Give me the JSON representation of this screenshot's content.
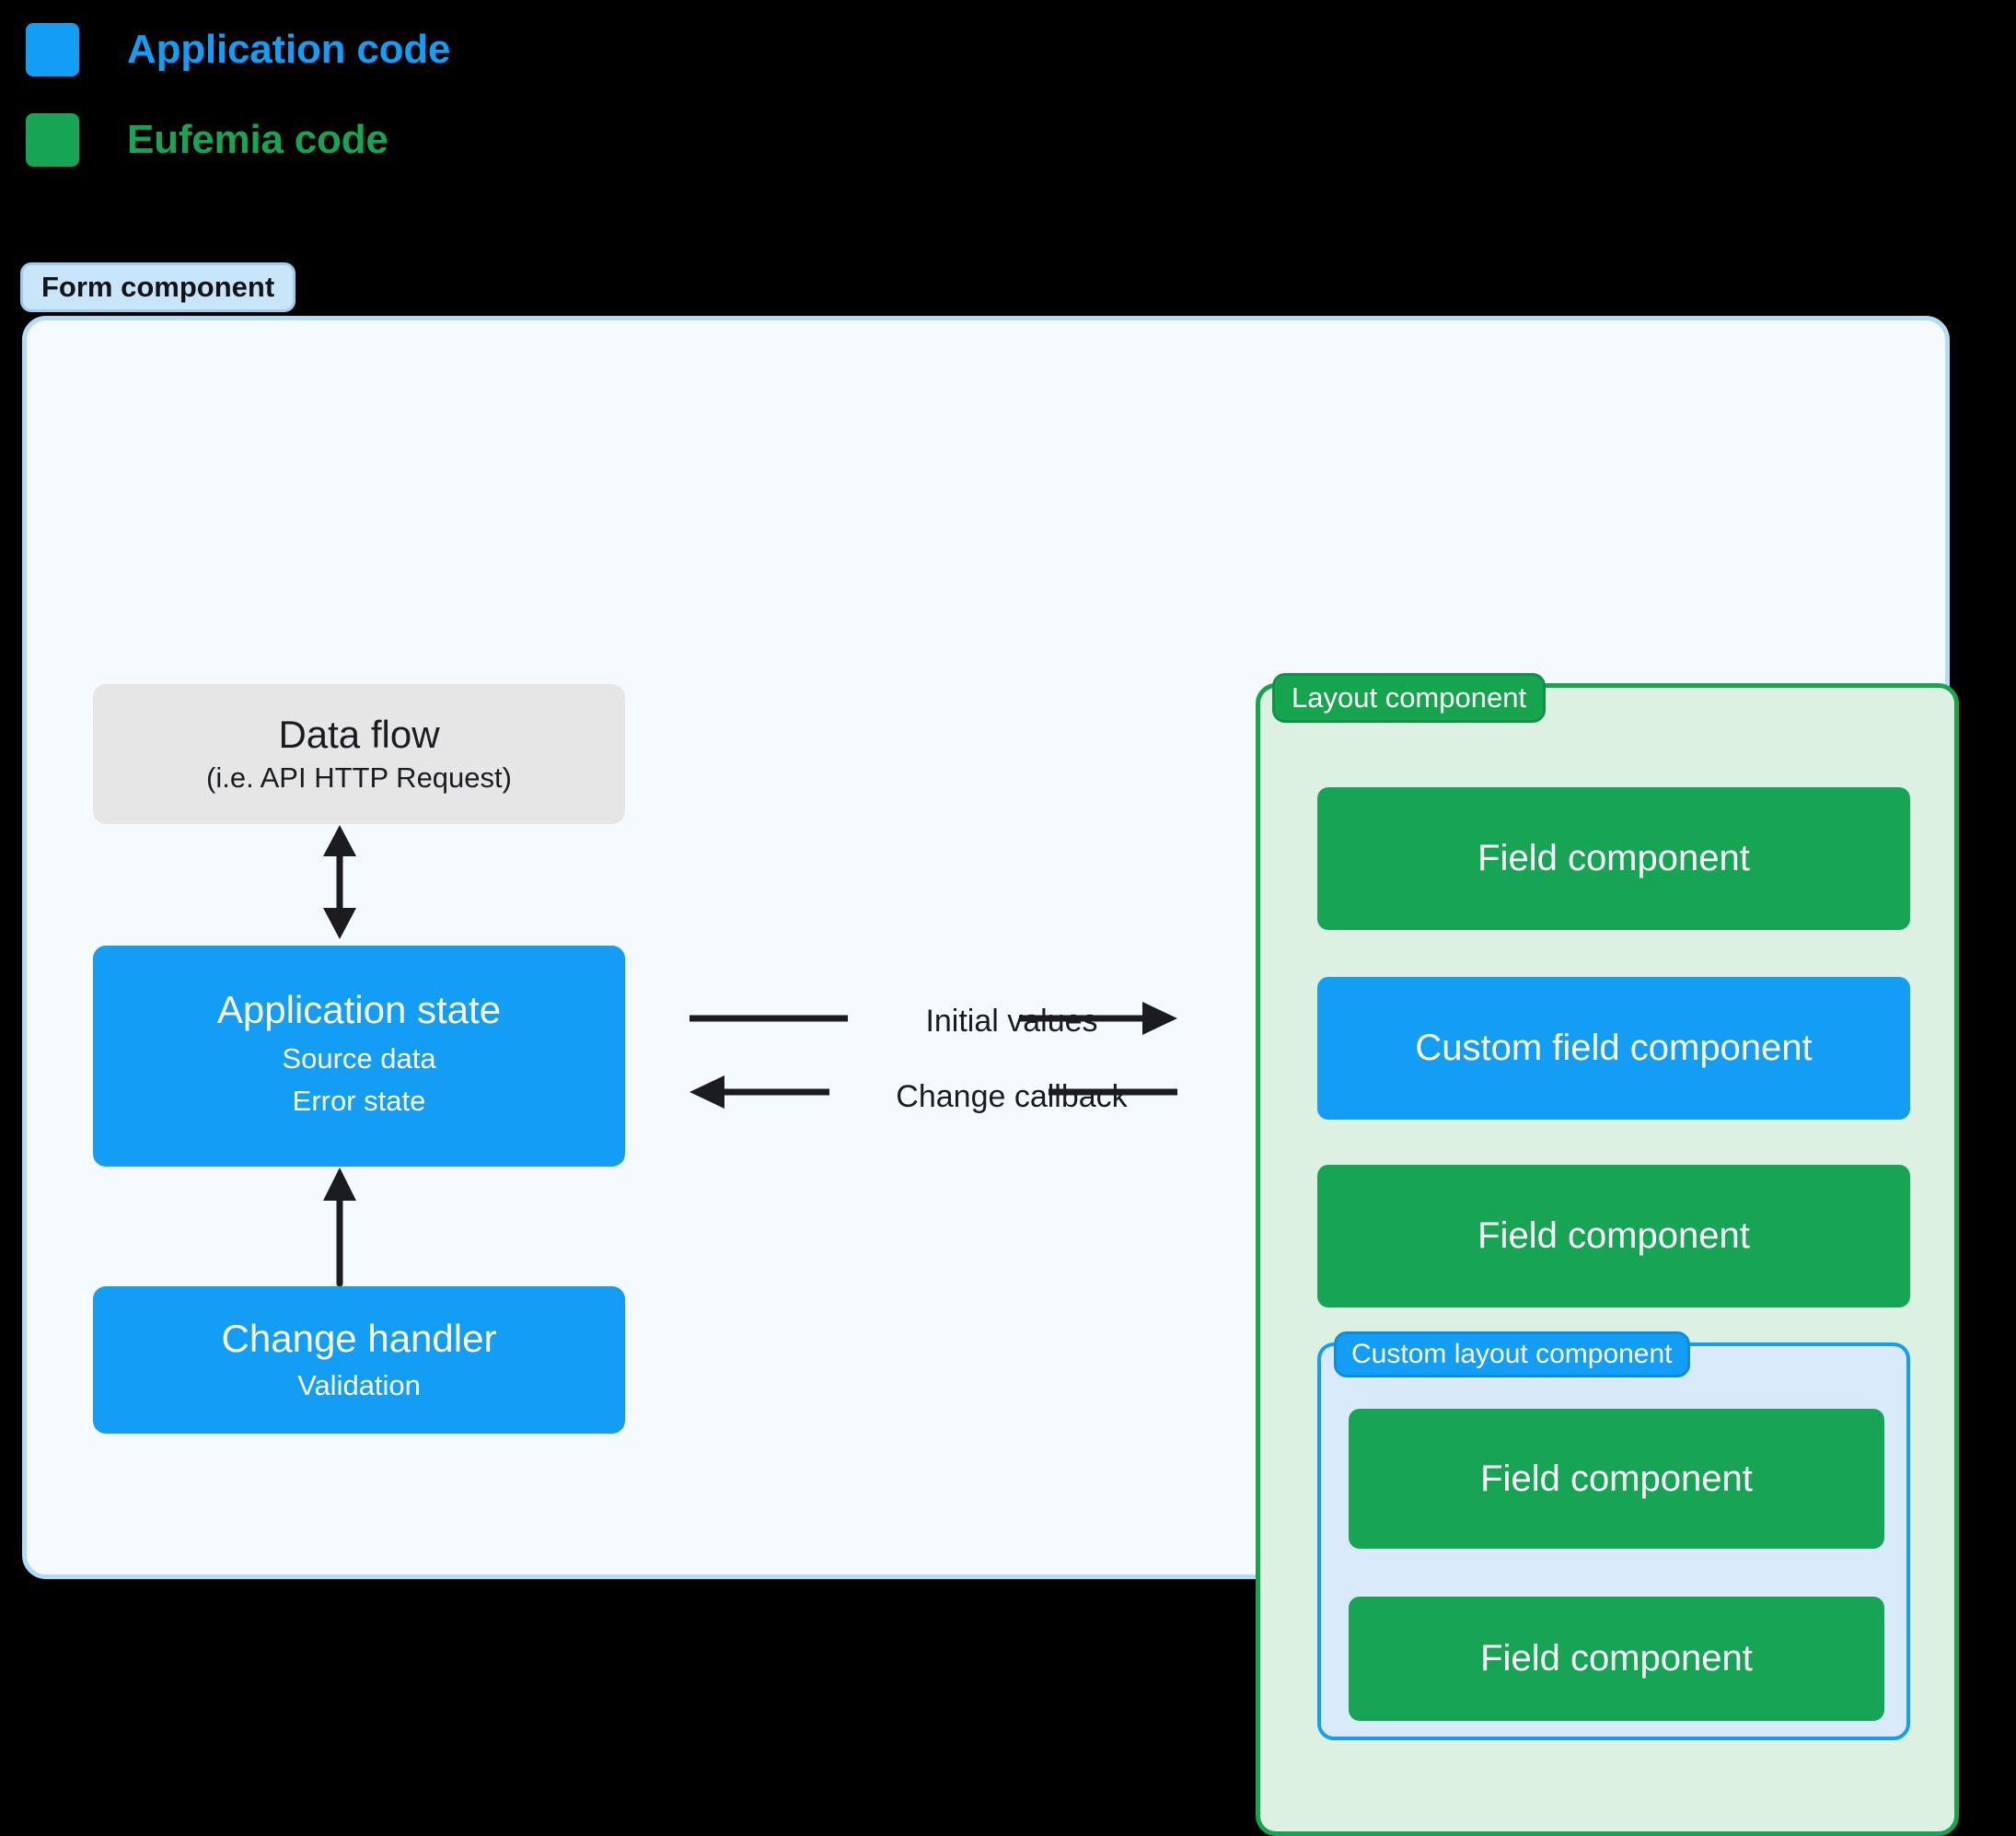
{
  "legend": {
    "items": [
      {
        "label": "Application code",
        "color": "#139DF5",
        "icon": "color-swatch"
      },
      {
        "label": "Eufemia code",
        "color": "#17A455",
        "icon": "color-swatch"
      }
    ]
  },
  "form_component": {
    "badge": "Form component",
    "background": "#F4FAFE",
    "border_color": "#B4DCF7",
    "boxes": [
      {
        "name": "data-flow",
        "title": "Data flow",
        "subtitle": "(i.e. API HTTP Request)",
        "background": "#E6E6E6",
        "text_color": "#1A1C20"
      },
      {
        "name": "application-state",
        "title": "Application state",
        "subtitle_1": "Source data",
        "subtitle_2": "Error state",
        "background": "#139DF5",
        "text_color": "#FFFFFF"
      },
      {
        "name": "change-handler",
        "title": "Change handler",
        "subtitle": "Validation",
        "background": "#139DF5",
        "text_color": "#FFFFFF"
      }
    ],
    "connectors": [
      {
        "name": "data-flow-to-application-state",
        "direction": "bidirectional-vertical"
      },
      {
        "name": "change-handler-to-application-state",
        "direction": "up"
      },
      {
        "name": "initial-values",
        "label": "Initial values",
        "direction": "right"
      },
      {
        "name": "change-callback",
        "label": "Change callback",
        "direction": "left"
      }
    ]
  },
  "layout_component": {
    "badge": "Layout component",
    "background": "#DCF1E2",
    "border_color": "#17A44F",
    "children": [
      {
        "name": "field-component-1",
        "label": "Field component",
        "kind": "eufemia"
      },
      {
        "name": "custom-field-component",
        "label": "Custom field component",
        "kind": "application"
      },
      {
        "name": "field-component-2",
        "label": "Field component",
        "kind": "eufemia"
      }
    ],
    "custom_layout_component": {
      "badge": "Custom layout component",
      "background": "#D9EAFB",
      "border_color": "#139DF5",
      "children": [
        {
          "name": "field-component-3",
          "label": "Field component",
          "kind": "eufemia"
        },
        {
          "name": "field-component-4",
          "label": "Field component",
          "kind": "eufemia"
        }
      ]
    }
  }
}
